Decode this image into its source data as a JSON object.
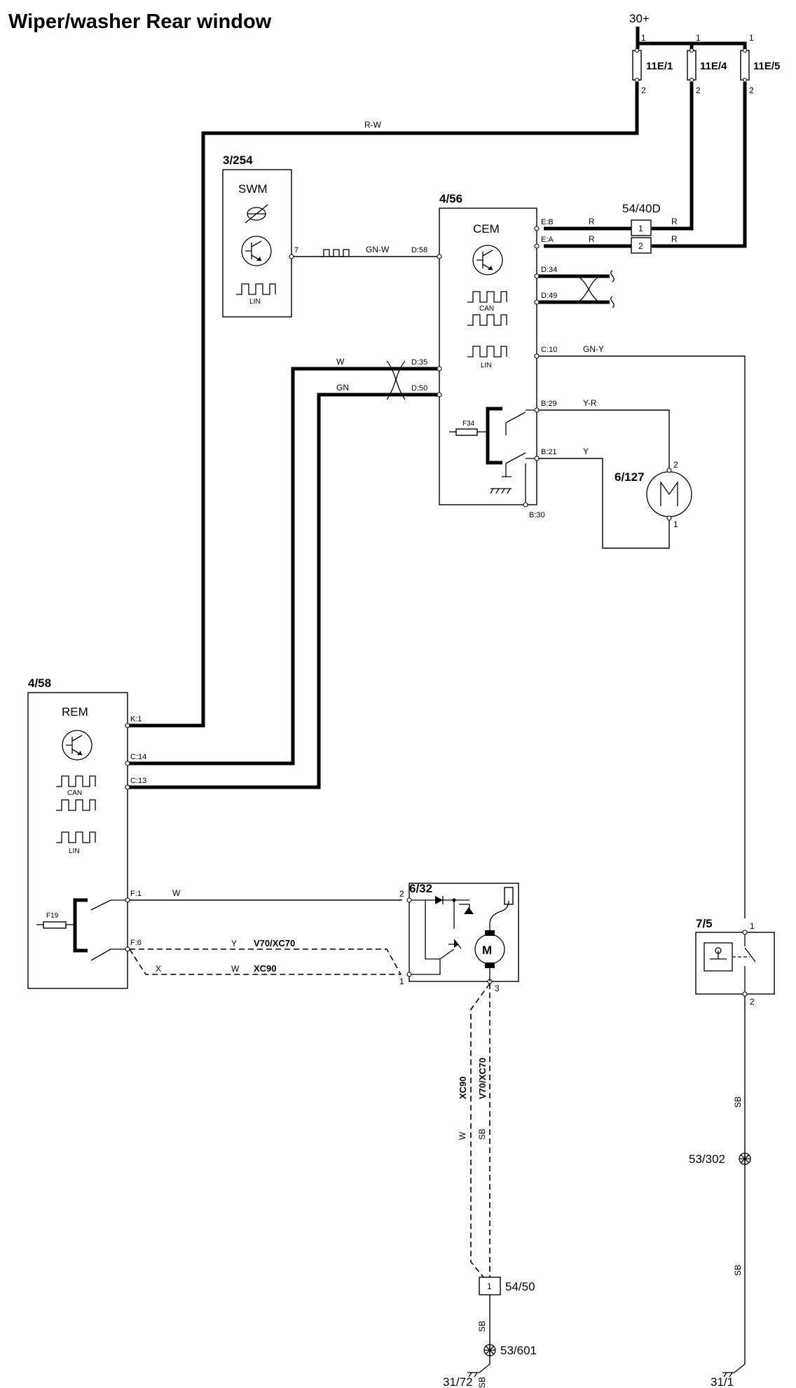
{
  "title": "Wiper/washer Rear window",
  "supply": {
    "label": "30+",
    "fuses": [
      {
        "label": "11E/1",
        "pin_top": "1",
        "pin_bottom": "2"
      },
      {
        "label": "11E/4",
        "pin_top": "1",
        "pin_bottom": "2"
      },
      {
        "label": "11E/5",
        "pin_top": "1",
        "pin_bottom": "2"
      }
    ]
  },
  "connector_54_40d": {
    "ref": "54/40D",
    "pins": [
      "1",
      "2"
    ]
  },
  "swm": {
    "ref": "3/254",
    "name": "SWM",
    "pin": "7",
    "bus": "LIN",
    "icons": [
      "steering-wheel-icon",
      "transistor-icon",
      "lin-pulse-icon"
    ]
  },
  "cem": {
    "ref": "4/56",
    "name": "CEM",
    "bus_labels": [
      "CAN",
      "LIN"
    ],
    "fuse": "F34",
    "pins": {
      "eb": "E:B",
      "ea": "E:A",
      "d58": "D:58",
      "d34": "D:34",
      "d49": "D:49",
      "d35": "D:35",
      "d50": "D:50",
      "c10": "C:10",
      "b29": "B:29",
      "b21": "B:21",
      "b30": "B:30"
    }
  },
  "rem": {
    "ref": "4/58",
    "name": "REM",
    "bus_labels": [
      "CAN",
      "LIN"
    ],
    "fuse": "F19",
    "pins": {
      "k1": "K:1",
      "c14": "C:14",
      "c13": "C:13",
      "f1": "F:1",
      "f6": "F:6"
    }
  },
  "wiper_motor": {
    "ref": "6/32",
    "pins": [
      "2",
      "1",
      "3"
    ],
    "symbol": "M"
  },
  "washer_pump": {
    "ref": "6/127",
    "pins": [
      "2",
      "1"
    ]
  },
  "switch_7_5": {
    "ref": "7/5",
    "pins": [
      "1",
      "2"
    ]
  },
  "connector_54_50": {
    "ref": "54/50",
    "pin": "1"
  },
  "splices": [
    "53/302",
    "53/601"
  ],
  "grounds": [
    "31/72",
    "31/1"
  ],
  "wire_colors": {
    "rw": "R-W",
    "r": "R",
    "gnw": "GN-W",
    "w": "W",
    "gn": "GN",
    "gny": "GN-Y",
    "yr": "Y-R",
    "y": "Y",
    "sb": "SB",
    "x": "X"
  },
  "variants": {
    "v70xc70": "V70/XC70",
    "xc90": "XC90"
  }
}
